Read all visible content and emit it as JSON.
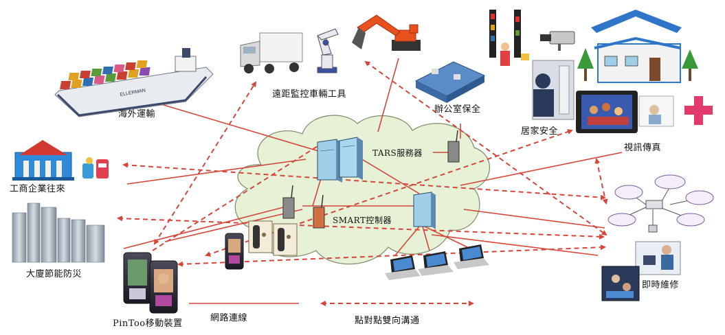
{
  "labels": {
    "overseas_shipping": "海外運輸",
    "remote_vehicle": "遠距監控車輛工具",
    "office_security": "辦公室保全",
    "home_security": "居家安全",
    "video_fax": "視訊傳真",
    "business": "工商企業往來",
    "building_disaster": "大廈節能防災",
    "pintoo_device": "PinToo移動裝置",
    "realtime_maintenance": "即時維修",
    "tars_server": "TARS服務器",
    "smart_controller": "SMART控制器",
    "legend_network": "網路連線",
    "legend_p2p": "點對點雙向溝通"
  },
  "ship_text": "ELLERMAN",
  "colors": {
    "solid_line": "#d4453a",
    "dashed_line": "#d4453a",
    "cloud_fill": "#e6f1d6",
    "cloud_stroke": "#7a8a6a",
    "server_fill": "#9fcfe8",
    "excavator": "#e8501e",
    "house_blue": "#2f76c8",
    "red_cross": "#e23a6a"
  }
}
